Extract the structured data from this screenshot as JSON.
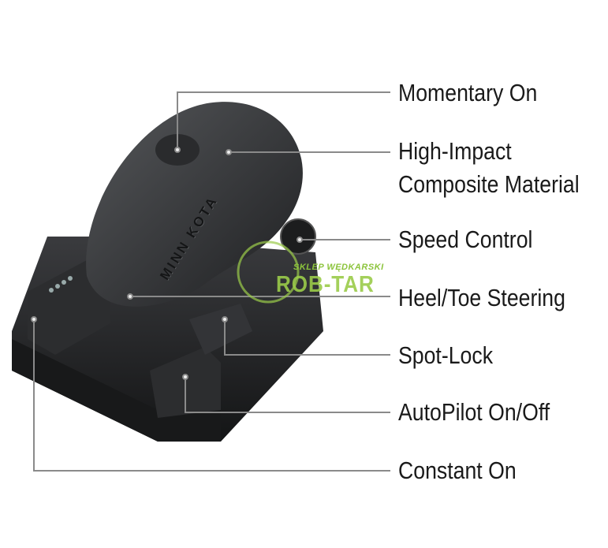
{
  "callouts": [
    {
      "label": "Momentary On"
    },
    {
      "label": "High-Impact\nComposite Material",
      "line1": "High-Impact",
      "line2": "Composite Material"
    },
    {
      "label": "Speed Control"
    },
    {
      "label": "Heel/Toe Steering"
    },
    {
      "label": "Spot-Lock"
    },
    {
      "label": "AutoPilot On/Off"
    },
    {
      "label": "Constant On"
    }
  ],
  "product": {
    "brand": "MINN KOTA"
  },
  "watermark": {
    "top": "SKLEP WĘDKARSKI",
    "main": "ROB-TAR"
  },
  "colors": {
    "line": "#8a8a8a",
    "body": "#2a2b2d",
    "watermark": "#9bcc4a"
  }
}
